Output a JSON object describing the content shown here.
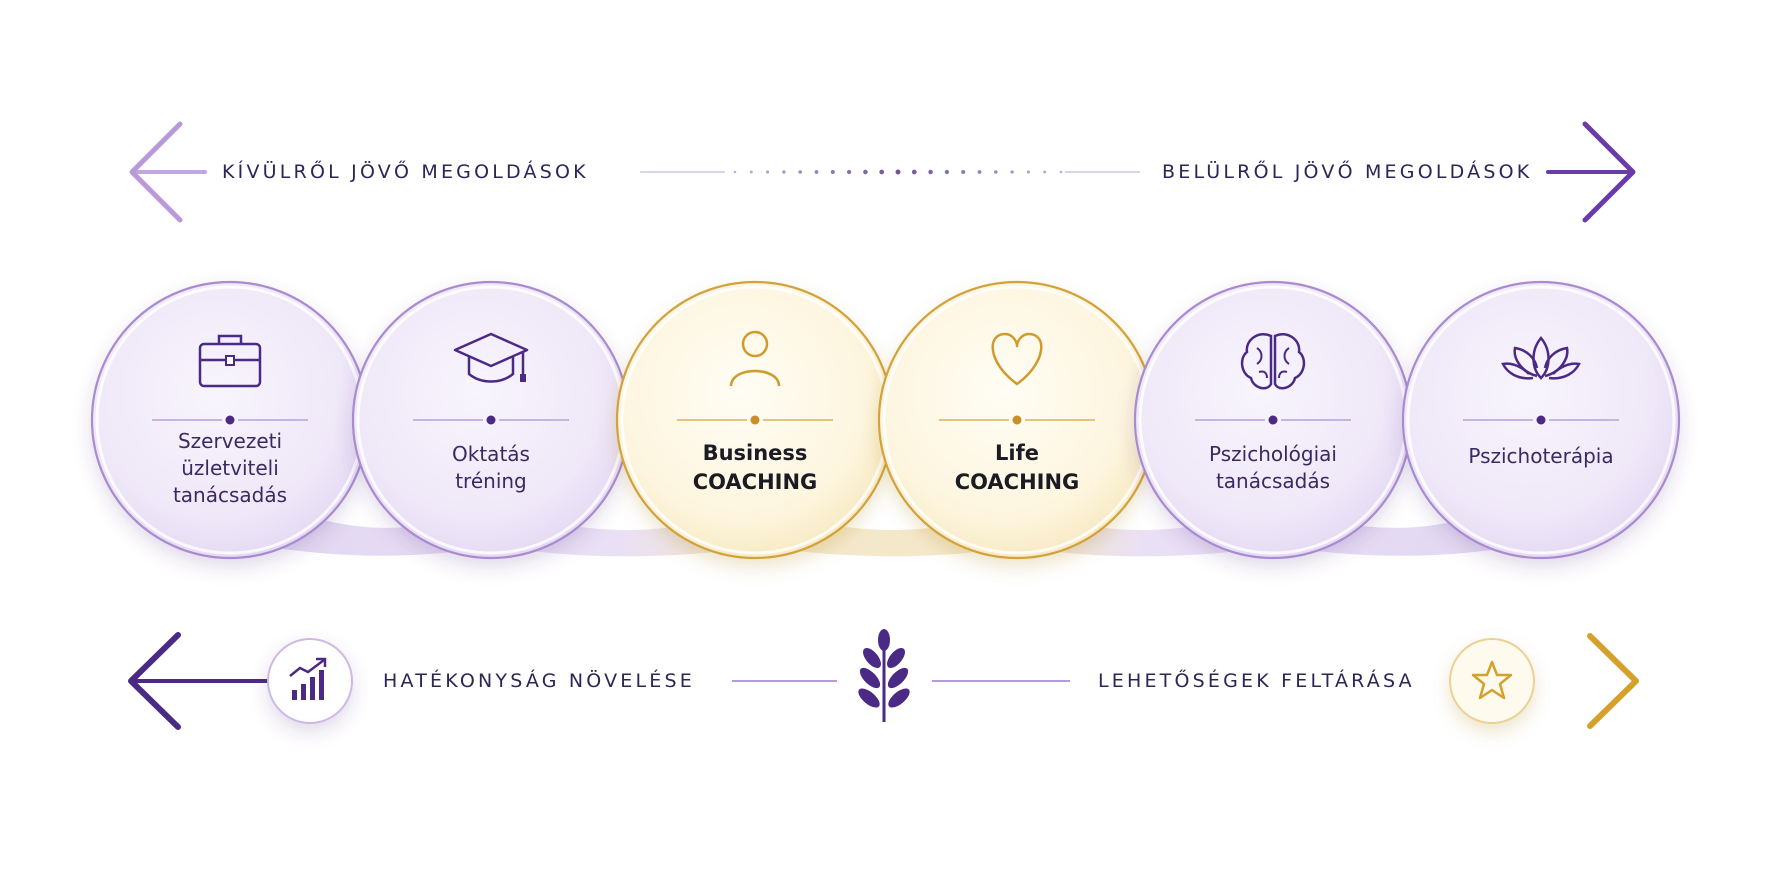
{
  "top_axis": {
    "left_label": "KÍVÜLRŐL JÖVŐ MEGOLDÁSOK",
    "right_label": "BELÜLRŐL JÖVŐ MEGOLDÁSOK"
  },
  "circles": [
    {
      "icon": "briefcase-icon",
      "lines": [
        "Szervezeti",
        "üzletviteli",
        "tanácsadás"
      ],
      "style": "purple"
    },
    {
      "icon": "graduation-cap-icon",
      "lines": [
        "Oktatás",
        "tréning"
      ],
      "style": "purple"
    },
    {
      "icon": "person-icon",
      "lines": [
        "Business",
        "COACHING"
      ],
      "style": "gold"
    },
    {
      "icon": "heart-icon",
      "lines": [
        "Life",
        "COACHING"
      ],
      "style": "gold"
    },
    {
      "icon": "brain-icon",
      "lines": [
        "Pszichológiai",
        "tanácsadás"
      ],
      "style": "purple"
    },
    {
      "icon": "lotus-icon",
      "lines": [
        "Pszichoterápia"
      ],
      "style": "purple"
    }
  ],
  "bottom_axis": {
    "left_label": "HATÉKONYSÁG NÖVELÉSE",
    "right_label": "LEHETŐSÉGEK FELTÁRÁSA",
    "left_icon": "growth-chart-icon",
    "center_icon": "leaf-branch-icon",
    "right_icon": "star-icon"
  },
  "colors": {
    "purple_dark": "#4b2a86",
    "purple_light": "#b79ad8",
    "gold": "#d6a12a",
    "text": "#2e2458"
  }
}
